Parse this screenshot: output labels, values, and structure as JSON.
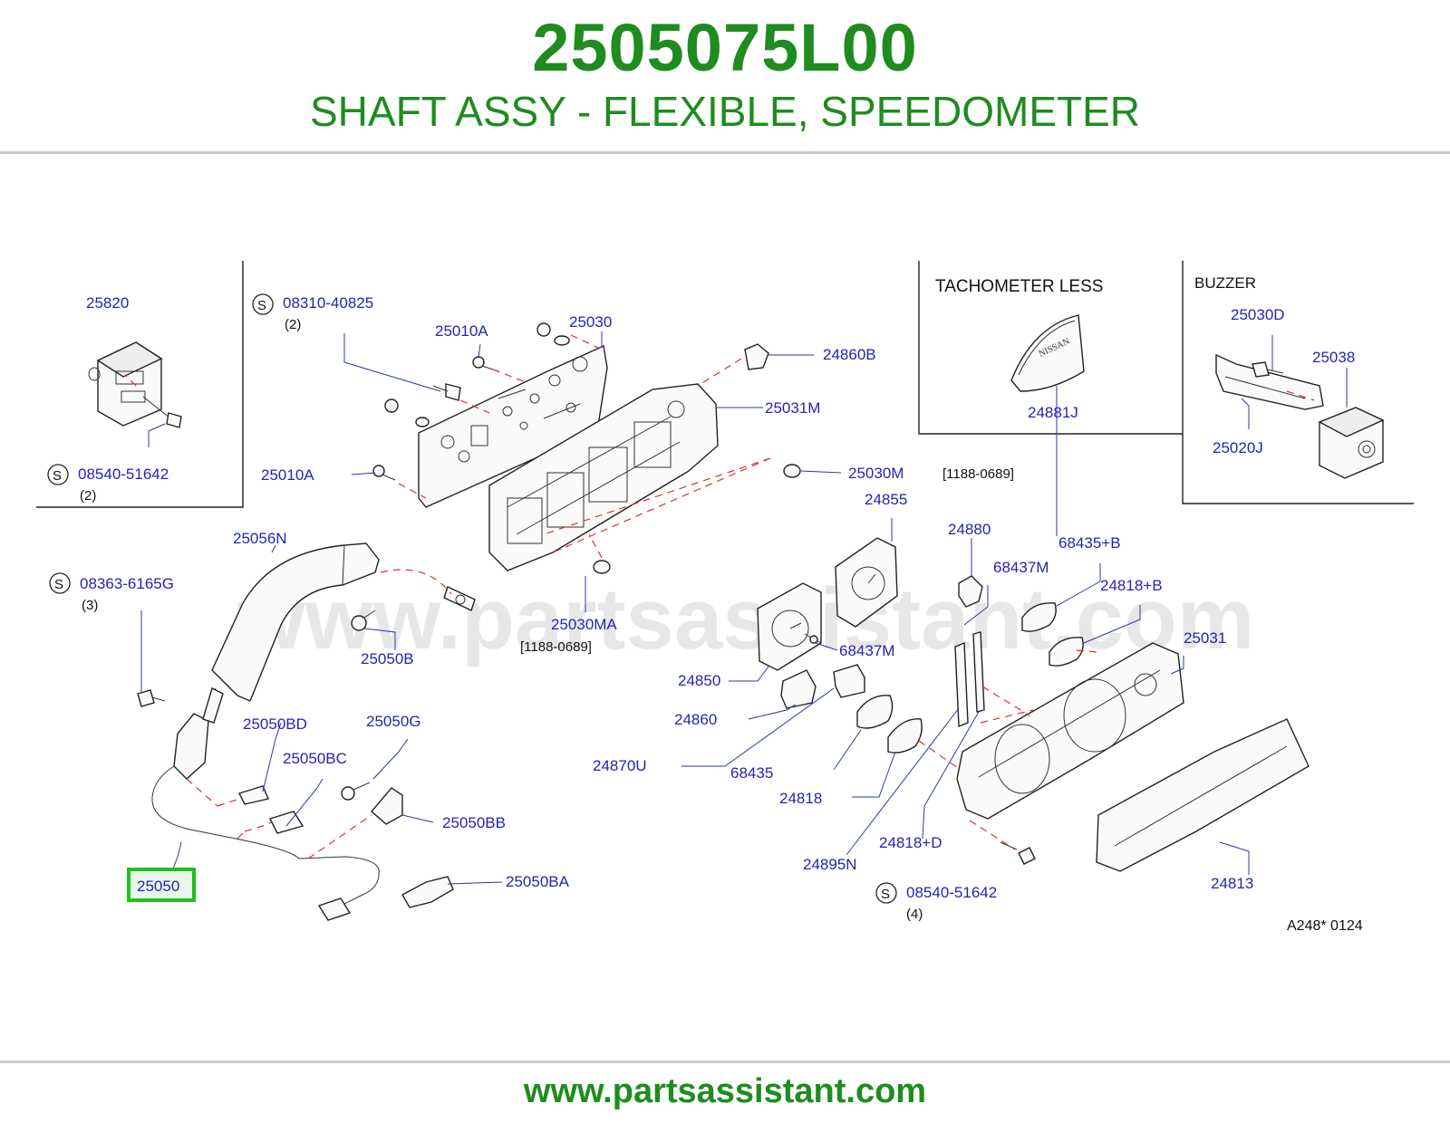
{
  "header": {
    "part_number": "2505075L00",
    "part_title": "SHAFT ASSY - FLEXIBLE, SPEEDOMETER"
  },
  "footer": {
    "url": "www.partsassistant.com"
  },
  "watermark": "www.partsassistant.com",
  "highlight_color": "#20c020",
  "brand_color": "#1e8c1e",
  "diagram_ref": "A248*   0124",
  "inset_labels": {
    "tachometer_less": "TACHOMETER  LESS",
    "buzzer": "BUZZER"
  },
  "glyph_text": {
    "nissan": "NISSAN"
  },
  "standard_marker": "S",
  "labels": {
    "p25820": "25820",
    "p08540_51642_a": "08540-51642",
    "q2_a": "(2)",
    "p08310_40825": "08310-40825",
    "q2_b": "(2)",
    "p25010A_a": "25010A",
    "p25030": "25030",
    "p24860B": "24860B",
    "p25031M": "25031M",
    "p25010A_b": "25010A",
    "p25030M": "25030M",
    "date_a": "[1188-0689]",
    "p24881J": "24881J",
    "p25030D": "25030D",
    "p25038": "25038",
    "p25020J": "25020J",
    "p25056N": "25056N",
    "p08363_6165G": "08363-6165G",
    "q3": "(3)",
    "p25030MA": "25030MA",
    "date_b": "[1188-0689]",
    "p25050B": "25050B",
    "p24855": "24855",
    "p24880": "24880",
    "p68435B": "68435+B",
    "p68437M_a": "68437M",
    "p24818B": "24818+B",
    "p25031": "25031",
    "p68437M_b": "68437M",
    "p24850": "24850",
    "p24860": "24860",
    "p25050BD": "25050BD",
    "p25050G": "25050G",
    "p25050BC": "25050BC",
    "p24870U": "24870U",
    "p68435": "68435",
    "p24818": "24818",
    "p25050BB": "25050BB",
    "p24818D": "24818+D",
    "p24895N": "24895N",
    "p25050": "25050",
    "p25050BA": "25050BA",
    "p08540_51642_b": "08540-51642",
    "q4": "(4)",
    "p24813": "24813"
  }
}
